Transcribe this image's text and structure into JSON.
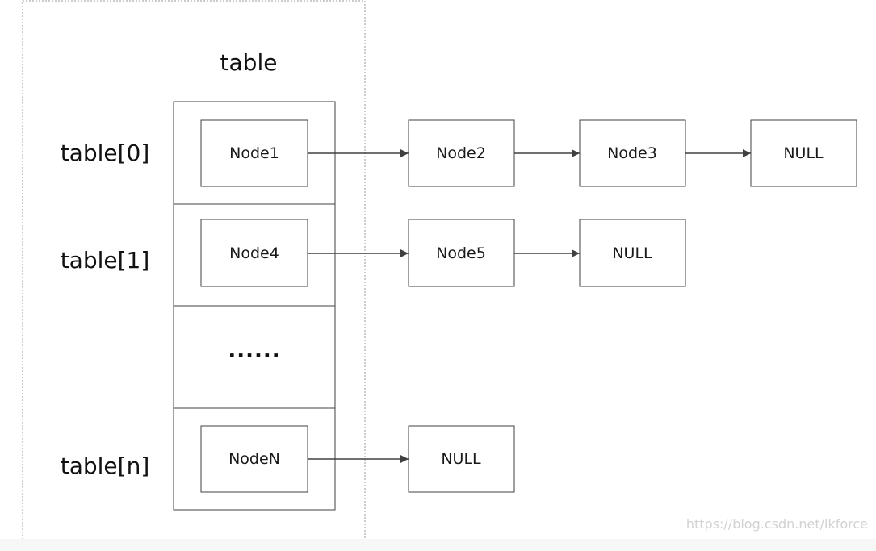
{
  "table_title": "table",
  "row_labels": [
    "table[0]",
    "table[1]",
    "table[n]"
  ],
  "ellipsis": "......",
  "nodes": {
    "node1": "Node1",
    "node2": "Node2",
    "node3": "Node3",
    "null_row0": "NULL",
    "node4": "Node4",
    "node5": "Node5",
    "null_row1": "NULL",
    "nodeN": "NodeN",
    "null_rown": "NULL"
  },
  "watermark": "https://blog.csdn.net/lkforce"
}
